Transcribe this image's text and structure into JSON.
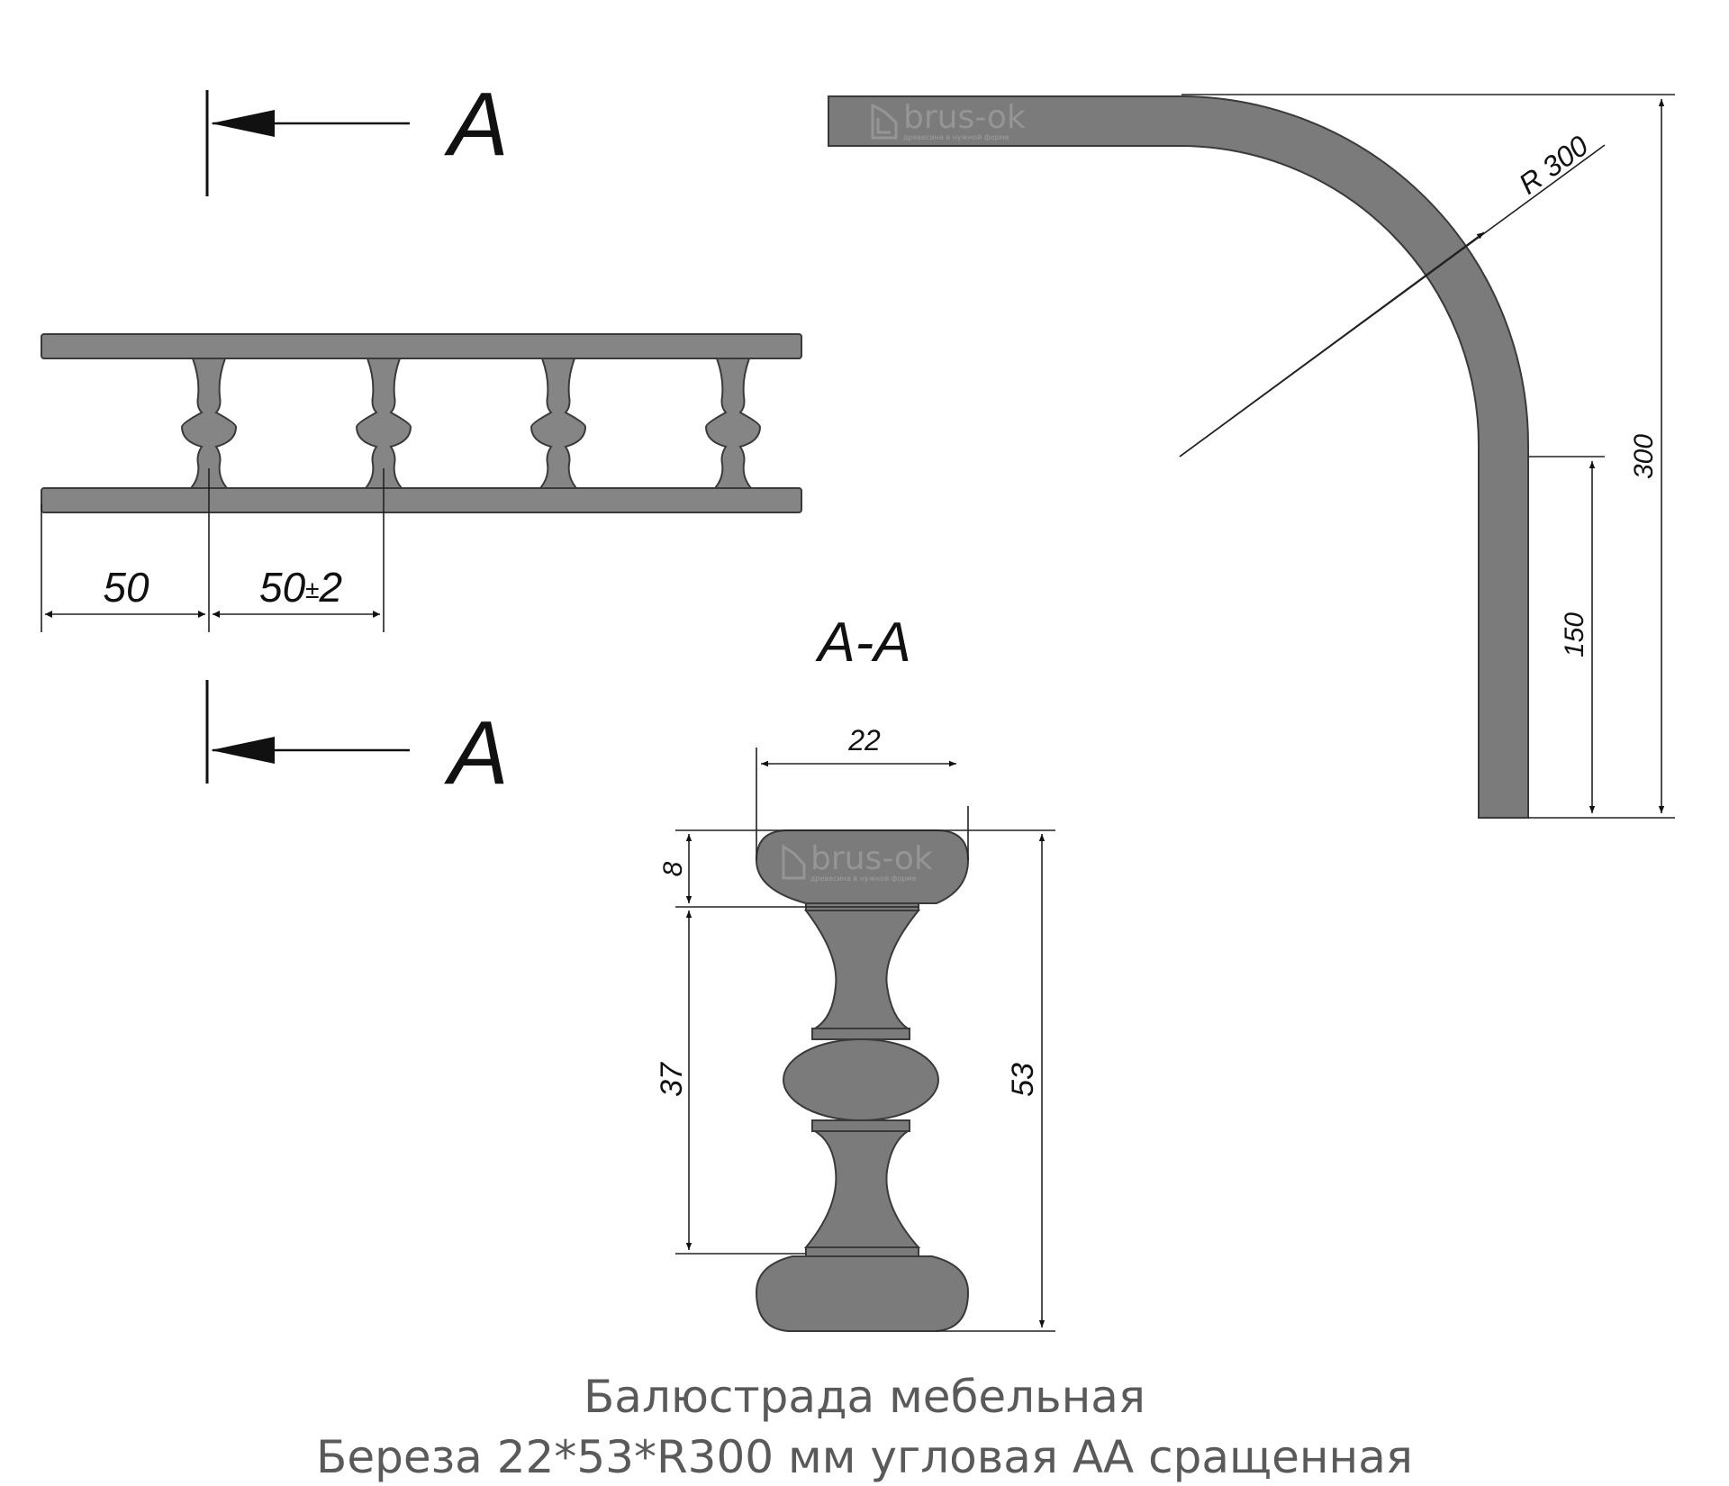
{
  "section_marks": {
    "top_letter": "A",
    "bottom_letter": "A",
    "section_title": "A-A"
  },
  "front_view_dims": {
    "spacing_1": "50",
    "spacing_2_main": "50",
    "spacing_2_tol": "±",
    "spacing_2_val": "2"
  },
  "corner_view_dims": {
    "radius": "R 300",
    "total_height": "300",
    "straight_height": "150"
  },
  "section_dims": {
    "width": "22",
    "cap_height": "8",
    "body_height": "37",
    "total_height": "53"
  },
  "watermark": {
    "brand": "brus-ok",
    "tagline": "древесина в нужной форме"
  },
  "caption": {
    "line1": "Балюстрада мебельная",
    "line2": "Береза 22*53*R300 мм угловая АА сращенная"
  },
  "colors": {
    "part_fill": "#7b7b7b",
    "outline": "#3a3a3a",
    "caption": "#5a5a5a"
  }
}
